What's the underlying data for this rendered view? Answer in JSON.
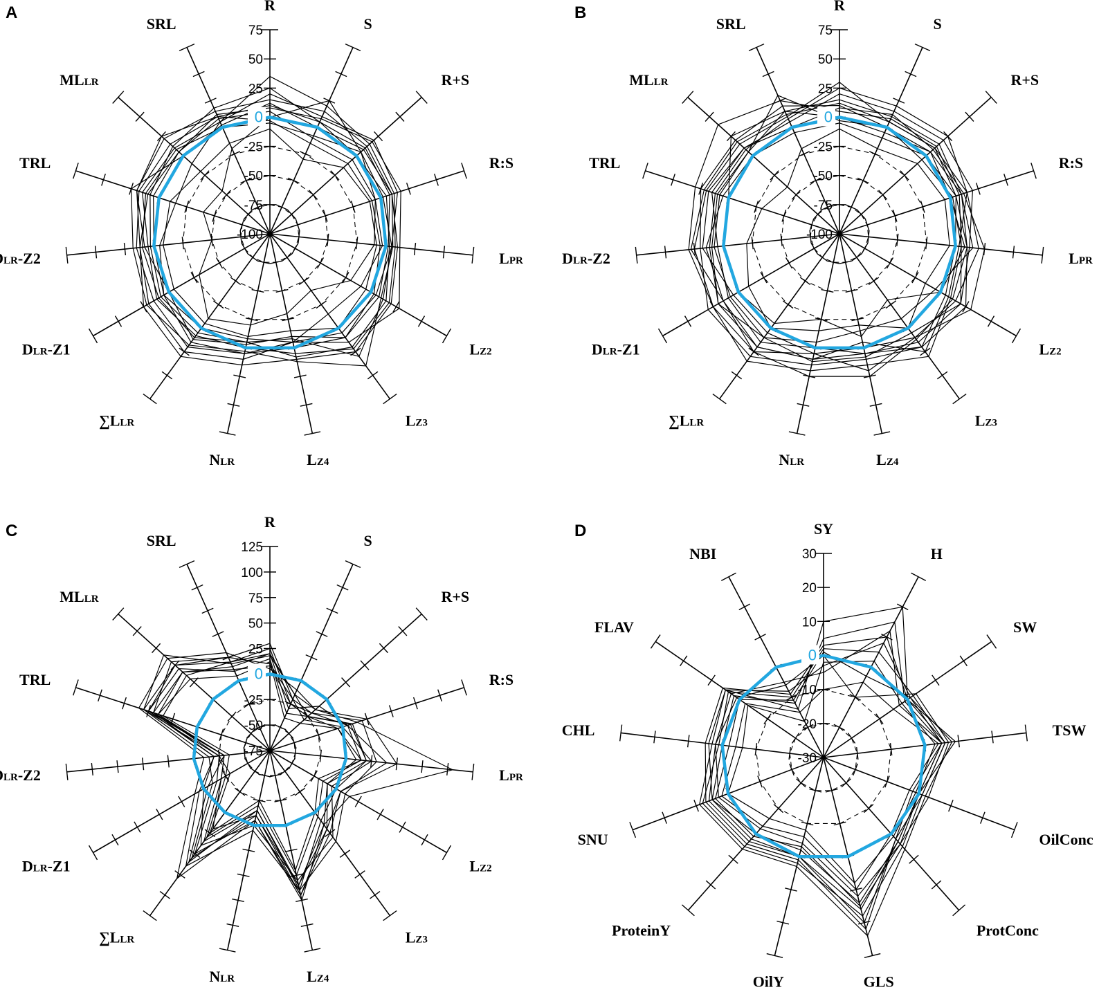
{
  "colors": {
    "reference": "#22a7e0",
    "series": "#000000",
    "axis": "#000000"
  },
  "chart_data": [
    {
      "type": "radar",
      "panel": "A",
      "axes": [
        "R",
        "S",
        "R+S",
        "R:S",
        "L|PR",
        "L|Z2",
        "L|Z3",
        "L|Z4",
        "N|LR",
        "∑L|LR",
        "D|LR|-Z1",
        "D|LR|-Z2",
        "TRL",
        "ML|LR",
        "SRL"
      ],
      "rlim": [
        -100,
        75
      ],
      "ticks": [
        75,
        50,
        25,
        0,
        -25,
        -50,
        -75,
        -100
      ],
      "tick_labels": [
        "75",
        "50",
        "25",
        "0",
        "-25",
        "-50",
        "-75",
        "-100"
      ],
      "reference": {
        "values": [
          0,
          0,
          0,
          0,
          0,
          0,
          0,
          0,
          0,
          0,
          0,
          0,
          0,
          0,
          0
        ]
      },
      "series": [
        {
          "values": [
            35,
            20,
            15,
            12,
            8,
            18,
            22,
            5,
            0,
            8,
            12,
            5,
            15,
            10,
            5
          ]
        },
        {
          "values": [
            -5,
            -8,
            5,
            2,
            5,
            12,
            30,
            -8,
            -5,
            10,
            10,
            10,
            12,
            8,
            0
          ]
        },
        {
          "values": [
            10,
            5,
            10,
            8,
            2,
            8,
            10,
            0,
            5,
            20,
            15,
            15,
            18,
            15,
            10
          ]
        },
        {
          "values": [
            5,
            -10,
            -5,
            -5,
            -3,
            -10,
            -15,
            -5,
            10,
            25,
            20,
            12,
            10,
            5,
            8
          ]
        },
        {
          "values": [
            20,
            10,
            20,
            15,
            5,
            5,
            5,
            -5,
            -8,
            0,
            5,
            -5,
            -15,
            -10,
            5
          ]
        },
        {
          "values": [
            -10,
            -30,
            -15,
            -10,
            -8,
            -5,
            0,
            -15,
            -10,
            -5,
            -5,
            -8,
            -10,
            -20,
            -15
          ]
        },
        {
          "values": [
            15,
            15,
            12,
            10,
            10,
            20,
            25,
            10,
            15,
            30,
            25,
            12,
            20,
            22,
            15
          ]
        },
        {
          "values": [
            0,
            25,
            5,
            -5,
            -10,
            -20,
            -40,
            -30,
            -20,
            -10,
            -30,
            -50,
            -40,
            -45,
            -20
          ]
        },
        {
          "values": [
            8,
            8,
            18,
            18,
            12,
            28,
            15,
            -5,
            5,
            15,
            5,
            0,
            5,
            5,
            12
          ]
        },
        {
          "values": [
            25,
            5,
            0,
            5,
            3,
            15,
            20,
            8,
            -5,
            5,
            8,
            3,
            8,
            12,
            18
          ]
        },
        {
          "values": [
            -3,
            -15,
            -10,
            -8,
            -5,
            3,
            10,
            -10,
            -3,
            12,
            0,
            8,
            20,
            25,
            10
          ]
        },
        {
          "values": [
            12,
            0,
            8,
            10,
            6,
            10,
            40,
            12,
            3,
            18,
            22,
            18,
            25,
            0,
            2
          ]
        }
      ]
    },
    {
      "type": "radar",
      "panel": "B",
      "axes": [
        "R",
        "S",
        "R+S",
        "R:S",
        "L|PR",
        "L|Z2",
        "L|Z3",
        "L|Z4",
        "N|LR",
        "∑L|LR",
        "D|LR|-Z1",
        "D|LR|-Z2",
        "TRL",
        "ML|LR",
        "SRL"
      ],
      "rlim": [
        -100,
        75
      ],
      "ticks": [
        75,
        50,
        25,
        0,
        -25,
        -50,
        -75,
        -100
      ],
      "tick_labels": [
        "75",
        "50",
        "25",
        "0",
        "-25",
        "-50",
        "-75",
        "-100"
      ],
      "reference": {
        "values": [
          0,
          0,
          0,
          0,
          0,
          0,
          0,
          0,
          0,
          0,
          0,
          0,
          0,
          0,
          0
        ]
      },
      "series": [
        {
          "values": [
            30,
            5,
            10,
            15,
            20,
            15,
            10,
            0,
            5,
            25,
            25,
            25,
            20,
            15,
            10
          ]
        },
        {
          "values": [
            10,
            0,
            5,
            10,
            10,
            25,
            20,
            10,
            15,
            30,
            30,
            20,
            25,
            20,
            20
          ]
        },
        {
          "values": [
            -5,
            -10,
            0,
            5,
            0,
            5,
            20,
            5,
            10,
            20,
            15,
            15,
            5,
            0,
            -5
          ]
        },
        {
          "values": [
            15,
            10,
            15,
            10,
            15,
            -5,
            -10,
            -15,
            -5,
            10,
            20,
            10,
            10,
            5,
            15
          ]
        },
        {
          "values": [
            5,
            8,
            12,
            8,
            5,
            10,
            30,
            15,
            20,
            35,
            25,
            30,
            30,
            40,
            25
          ]
        },
        {
          "values": [
            -10,
            -20,
            -10,
            -5,
            -5,
            -15,
            0,
            -20,
            -15,
            0,
            -10,
            -20,
            -30,
            -40,
            -20
          ]
        },
        {
          "values": [
            20,
            15,
            20,
            20,
            12,
            20,
            15,
            5,
            0,
            15,
            10,
            5,
            15,
            10,
            5
          ]
        },
        {
          "values": [
            0,
            -5,
            5,
            0,
            8,
            0,
            -30,
            -10,
            -25,
            -5,
            0,
            0,
            0,
            25,
            15
          ]
        },
        {
          "values": [
            8,
            12,
            8,
            12,
            25,
            30,
            10,
            20,
            5,
            5,
            5,
            18,
            18,
            10,
            0
          ]
        },
        {
          "values": [
            25,
            20,
            25,
            15,
            3,
            8,
            25,
            -5,
            10,
            20,
            20,
            12,
            12,
            8,
            8
          ]
        },
        {
          "values": [
            12,
            5,
            10,
            5,
            10,
            12,
            12,
            25,
            25,
            25,
            15,
            28,
            22,
            18,
            12
          ]
        },
        {
          "values": [
            -3,
            0,
            -5,
            2,
            5,
            20,
            5,
            8,
            12,
            10,
            8,
            8,
            8,
            5,
            30
          ]
        }
      ]
    },
    {
      "type": "radar",
      "panel": "C",
      "axes": [
        "R",
        "S",
        "R+S",
        "R:S",
        "L|PR",
        "L|Z2",
        "L|Z3",
        "L|Z4",
        "N|LR",
        "∑L|LR",
        "D|LR|-Z1",
        "D|LR|-Z2",
        "TRL",
        "ML|LR",
        "SRL"
      ],
      "rlim": [
        -75,
        125
      ],
      "ticks": [
        125,
        100,
        75,
        50,
        25,
        0,
        -25,
        -50,
        -75
      ],
      "tick_labels": [
        "125",
        "100",
        "75",
        "50",
        "25",
        "0",
        "-25",
        "-50",
        "-75"
      ],
      "reference": {
        "values": [
          0,
          0,
          0,
          0,
          0,
          0,
          0,
          0,
          0,
          0,
          0,
          0,
          0,
          0,
          0
        ]
      },
      "series": [
        {
          "values": [
            20,
            -15,
            -25,
            -5,
            10,
            -10,
            20,
            60,
            -10,
            20,
            -20,
            -30,
            40,
            40,
            15
          ]
        },
        {
          "values": [
            25,
            -25,
            -20,
            5,
            40,
            5,
            25,
            70,
            -5,
            50,
            -15,
            -25,
            55,
            50,
            20
          ]
        },
        {
          "values": [
            10,
            -20,
            -30,
            0,
            25,
            -5,
            30,
            55,
            0,
            40,
            0,
            -20,
            45,
            55,
            25
          ]
        },
        {
          "values": [
            15,
            -35,
            -25,
            10,
            20,
            0,
            10,
            65,
            -15,
            60,
            -5,
            -30,
            50,
            45,
            10
          ]
        },
        {
          "values": [
            5,
            -10,
            -15,
            15,
            105,
            15,
            15,
            75,
            -5,
            80,
            10,
            -10,
            60,
            60,
            30
          ]
        },
        {
          "values": [
            20,
            -30,
            -10,
            5,
            15,
            -15,
            5,
            50,
            -20,
            30,
            -25,
            -35,
            35,
            35,
            20
          ]
        },
        {
          "values": [
            30,
            -20,
            -20,
            20,
            30,
            10,
            35,
            65,
            5,
            65,
            5,
            -20,
            50,
            50,
            25
          ]
        },
        {
          "values": [
            12,
            -40,
            -35,
            -5,
            15,
            -20,
            0,
            45,
            -25,
            25,
            -30,
            -25,
            40,
            30,
            5
          ]
        },
        {
          "values": [
            18,
            -15,
            -15,
            25,
            50,
            5,
            20,
            70,
            -10,
            55,
            -10,
            -15,
            55,
            65,
            18
          ]
        },
        {
          "values": [
            8,
            -25,
            -25,
            8,
            20,
            -10,
            15,
            60,
            -15,
            35,
            -20,
            -30,
            45,
            40,
            12
          ]
        }
      ]
    },
    {
      "type": "radar",
      "panel": "D",
      "axes": [
        "SY",
        "H",
        "SW",
        "TSW",
        "OilConc",
        "ProtConc",
        "GLS",
        "OilY",
        "ProteinY",
        "SNU",
        "CHL",
        "FLAV",
        "NBI"
      ],
      "rlim": [
        -30,
        30
      ],
      "ticks": [
        30,
        20,
        10,
        0,
        -10,
        -20,
        -30
      ],
      "tick_labels": [
        "30",
        "20",
        "10",
        "0",
        "-10",
        "-20",
        "-30"
      ],
      "reference": {
        "values": [
          0,
          0,
          0,
          0,
          0,
          0,
          0,
          0,
          0,
          0,
          0,
          0,
          0
        ]
      },
      "series": [
        {
          "values": [
            10,
            20,
            0,
            9,
            0,
            3,
            14,
            -2,
            0,
            5,
            4,
            5,
            -14
          ]
        },
        {
          "values": [
            -5,
            12,
            -3,
            5,
            -2,
            2,
            20,
            0,
            3,
            6,
            2,
            3,
            -5
          ]
        },
        {
          "values": [
            2,
            5,
            2,
            6,
            1,
            5,
            18,
            2,
            5,
            8,
            1,
            4,
            -10
          ]
        },
        {
          "values": [
            -10,
            -5,
            -5,
            4,
            -3,
            0,
            10,
            -6,
            -3,
            2,
            -4,
            -2,
            -15
          ]
        },
        {
          "values": [
            -3,
            8,
            1,
            8,
            2,
            6,
            24,
            3,
            6,
            9,
            3,
            5,
            -8
          ]
        },
        {
          "values": [
            5,
            15,
            -1,
            5,
            0,
            3,
            16,
            0,
            2,
            5,
            0,
            2,
            -12
          ]
        },
        {
          "values": [
            0,
            -10,
            3,
            7,
            3,
            4,
            12,
            -4,
            -2,
            3,
            2,
            1,
            -6
          ]
        },
        {
          "values": [
            -2,
            2,
            -2,
            3,
            -1,
            1,
            8,
            -8,
            -6,
            0,
            -6,
            -3,
            -18
          ]
        },
        {
          "values": [
            3,
            10,
            0,
            6,
            1,
            2,
            22,
            1,
            4,
            7,
            5,
            6,
            -9
          ]
        },
        {
          "values": [
            1,
            -3,
            1,
            5,
            0,
            4,
            15,
            -3,
            1,
            4,
            -2,
            0,
            -11
          ]
        }
      ]
    }
  ]
}
